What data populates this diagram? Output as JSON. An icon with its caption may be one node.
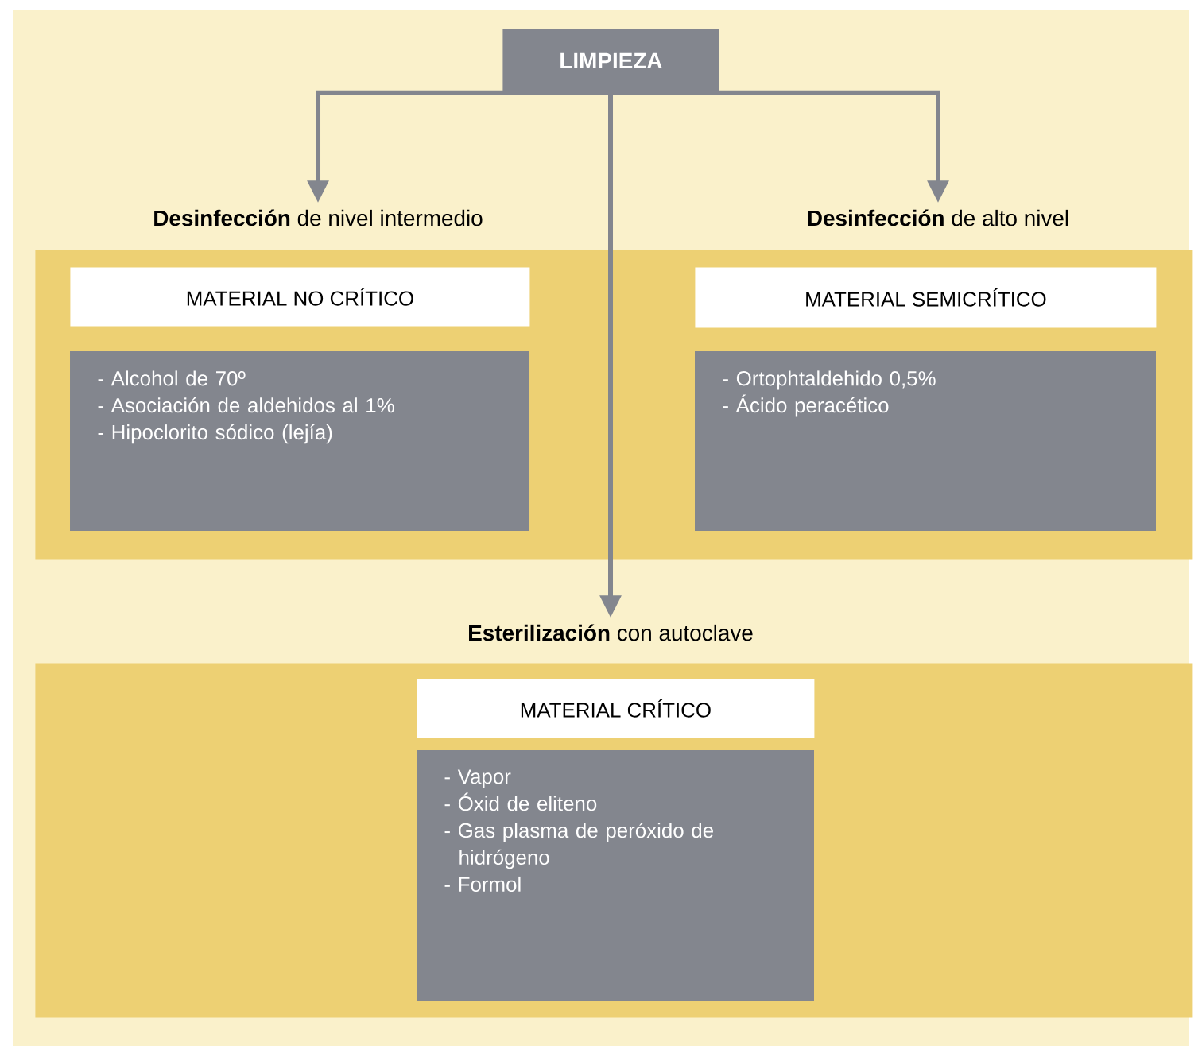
{
  "diagram": {
    "nodes": [
      {
        "text": [
          "LIMPIEZA"
        ]
      },
      {
        "text": [
          "**Desinfección** de nivel intermedio"
        ]
      },
      {
        "text": [
          "MATERIAL NO CRÍTICO"
        ],
        "in": 1
      },
      {
        "text": [
          "- Alcohol de 70º",
          "- Asociación de aldehidos al 1%",
          "- Hipoclorito sódico (lejía)"
        ],
        "in": 1
      },
      {
        "text": [
          "**Desinfección** de alto nivel"
        ]
      },
      {
        "text": [
          "MATERIAL SEMICRÍTICO"
        ],
        "in": 4
      },
      {
        "text": [
          "- Ortophtaldehido 0,5%",
          "- Ácido peracético"
        ],
        "in": 4
      },
      {
        "text": [
          "**Esterilización** con autoclave"
        ]
      },
      {
        "text": [
          "MATERIAL CRÍTICO"
        ],
        "in": 7
      },
      {
        "text": [
          "- Vapor",
          "- Óxid de eliteno",
          "- Gas plasma de peróxido de hidrógeno",
          "- Formol"
        ],
        "in": 7
      }
    ],
    "edges": [
      {
        "from": 0,
        "to": 1,
        "arrow": "to"
      },
      {
        "from": 0,
        "to": 4,
        "arrow": "to"
      },
      {
        "from": 0,
        "to": 7,
        "arrow": "to"
      }
    ]
  }
}
